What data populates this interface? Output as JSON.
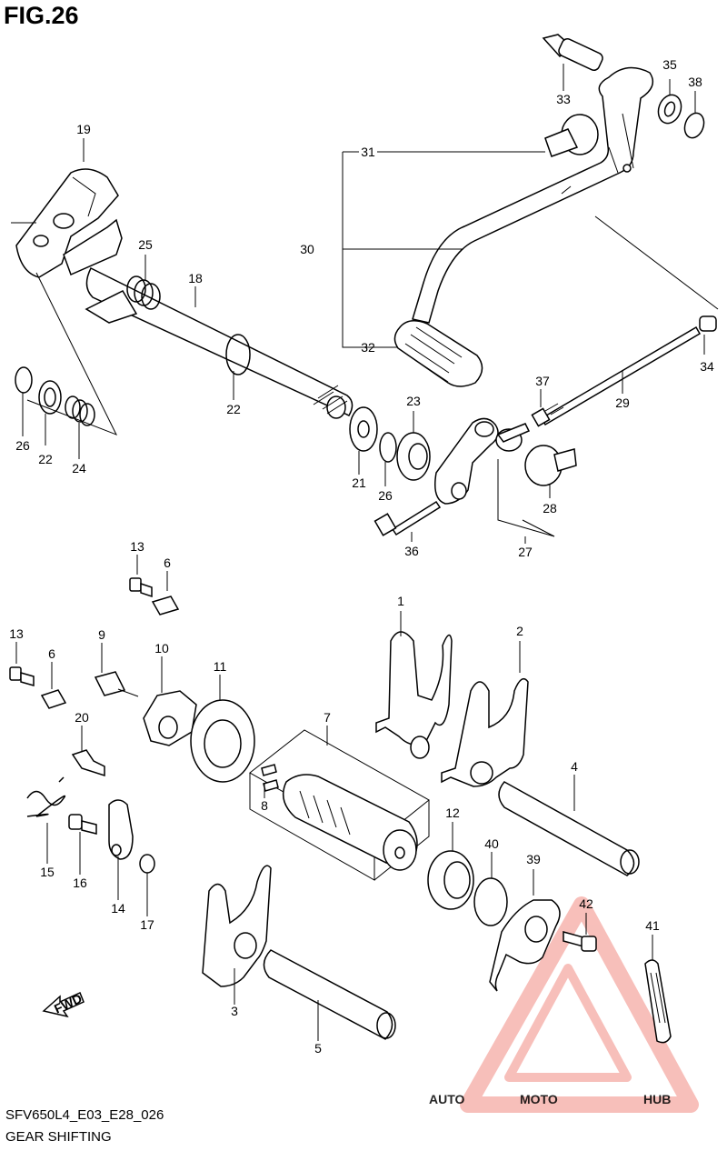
{
  "figure": {
    "title": "FIG.26",
    "code": "SFV650L4_E03_E28_026",
    "caption": "GEAR SHIFTING"
  },
  "watermark": {
    "auto": "AUTO",
    "moto": "MOTO",
    "hub": "HUB",
    "colors": {
      "auto": "#f5b041",
      "moto": "#f1948a",
      "hub": "#aab7c4",
      "triangle": "#f28b82"
    }
  },
  "fwd_label": "FWD",
  "parts": [
    {
      "id": "1",
      "label": "1"
    },
    {
      "id": "2",
      "label": "2"
    },
    {
      "id": "3",
      "label": "3"
    },
    {
      "id": "4",
      "label": "4"
    },
    {
      "id": "5",
      "label": "5"
    },
    {
      "id": "6a",
      "label": "6"
    },
    {
      "id": "6b",
      "label": "6"
    },
    {
      "id": "7",
      "label": "7"
    },
    {
      "id": "8",
      "label": "8"
    },
    {
      "id": "9",
      "label": "9"
    },
    {
      "id": "10",
      "label": "10"
    },
    {
      "id": "11",
      "label": "11"
    },
    {
      "id": "12",
      "label": "12"
    },
    {
      "id": "13a",
      "label": "13"
    },
    {
      "id": "13b",
      "label": "13"
    },
    {
      "id": "14",
      "label": "14"
    },
    {
      "id": "15",
      "label": "15"
    },
    {
      "id": "16",
      "label": "16"
    },
    {
      "id": "17",
      "label": "17"
    },
    {
      "id": "18",
      "label": "18"
    },
    {
      "id": "19",
      "label": "19"
    },
    {
      "id": "20",
      "label": "20"
    },
    {
      "id": "21",
      "label": "21"
    },
    {
      "id": "22a",
      "label": "22"
    },
    {
      "id": "22b",
      "label": "22"
    },
    {
      "id": "23",
      "label": "23"
    },
    {
      "id": "24",
      "label": "24"
    },
    {
      "id": "25",
      "label": "25"
    },
    {
      "id": "26a",
      "label": "26"
    },
    {
      "id": "26b",
      "label": "26"
    },
    {
      "id": "27",
      "label": "27"
    },
    {
      "id": "28",
      "label": "28"
    },
    {
      "id": "29",
      "label": "29"
    },
    {
      "id": "30",
      "label": "30"
    },
    {
      "id": "31",
      "label": "31"
    },
    {
      "id": "32",
      "label": "32"
    },
    {
      "id": "33",
      "label": "33"
    },
    {
      "id": "34",
      "label": "34"
    },
    {
      "id": "35",
      "label": "35"
    },
    {
      "id": "36",
      "label": "36"
    },
    {
      "id": "37",
      "label": "37"
    },
    {
      "id": "38",
      "label": "38"
    },
    {
      "id": "39",
      "label": "39"
    },
    {
      "id": "40",
      "label": "40"
    },
    {
      "id": "41",
      "label": "41"
    },
    {
      "id": "42",
      "label": "42"
    }
  ]
}
